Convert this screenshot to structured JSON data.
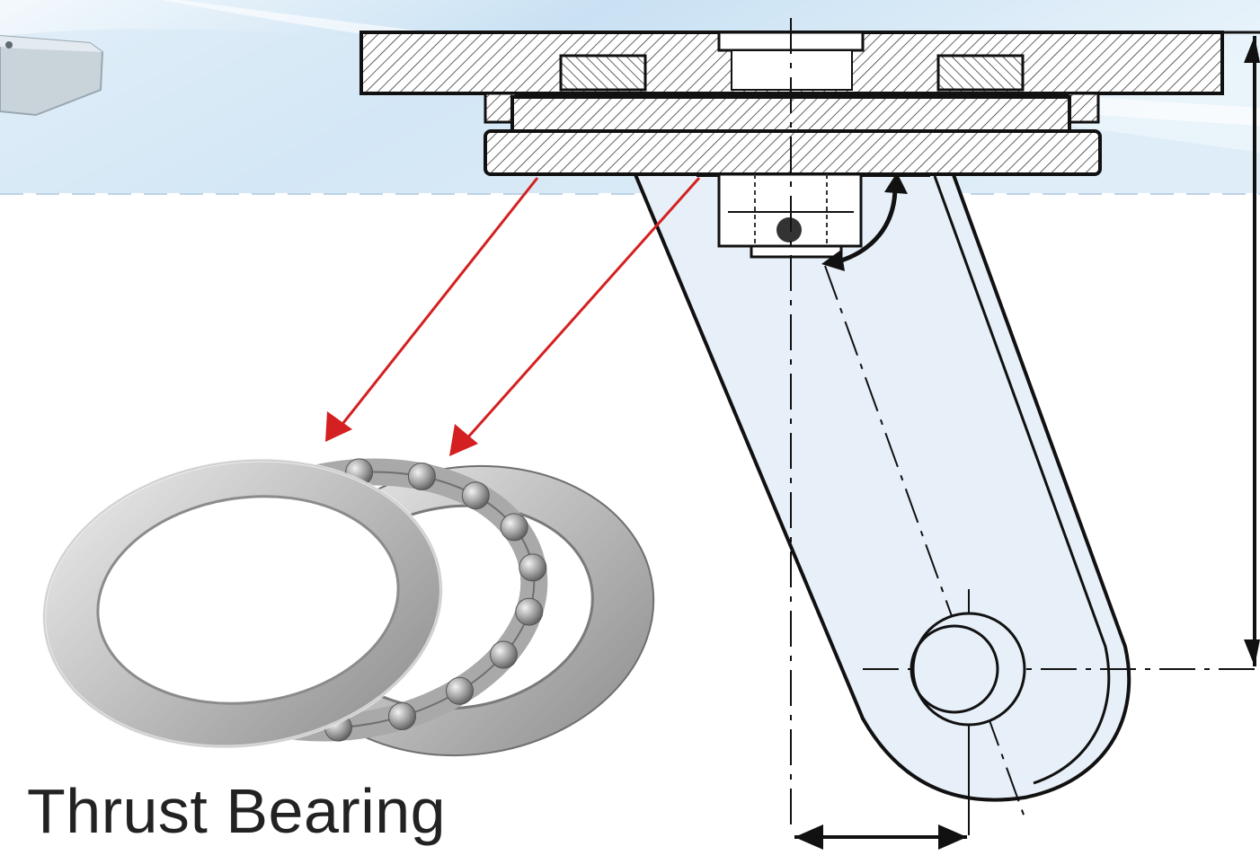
{
  "caption": {
    "text": "Thrust Bearing"
  },
  "colors": {
    "line": "#111111",
    "arrow": "#d42020",
    "arm_fill": "#e7f0f9",
    "sky_light": "#e3f0fa",
    "sky_mid": "#b8d6ef",
    "metal_light": "#dcdcdc",
    "metal_dark": "#8e8e8e"
  },
  "icons": {
    "bearing_photo": "thrust-bearing-illustration",
    "callout_arrows": "red-callout-arrows",
    "swivel_rotation": "curved-rotation-arrow",
    "height_dimension": "vertical-dimension-arrow",
    "offset_dimension": "horizontal-dimension-arrow"
  }
}
